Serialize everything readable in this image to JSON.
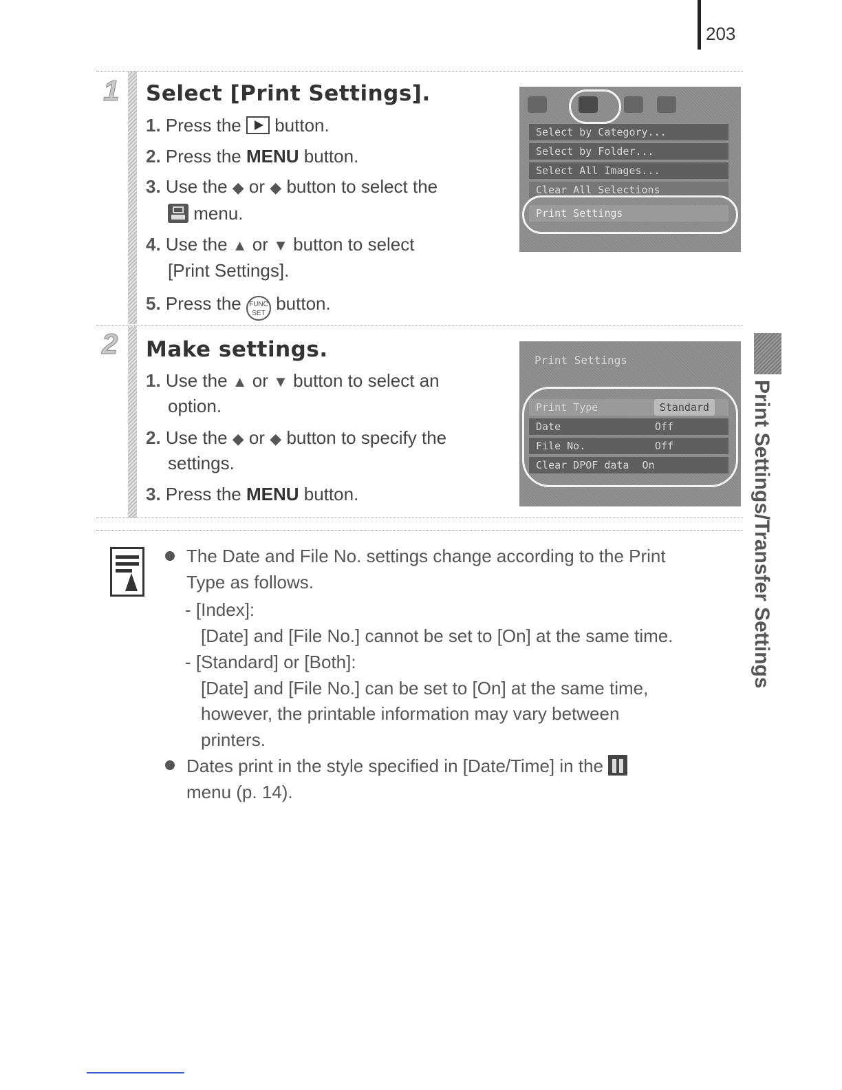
{
  "page": {
    "number": "203"
  },
  "side_tab": {
    "label": "Print Settings/Transfer Settings"
  },
  "step1": {
    "number": "1",
    "title": "Select [Print Settings].",
    "lines": [
      {
        "n": "1.",
        "pre": "Press the",
        "post": "button."
      },
      {
        "n": "2.",
        "pre": "Press the",
        "bold": "MENU",
        "post": "button."
      },
      {
        "n": "3.",
        "pre": "Use the",
        "mid": "or",
        "post": "button to select the",
        "cont": "menu."
      },
      {
        "n": "4.",
        "pre": "Use the",
        "mid": "or",
        "post": "button to select",
        "cont": "[Print Settings]."
      },
      {
        "n": "5.",
        "pre": "Press the",
        "post": "button."
      }
    ],
    "func_icon": {
      "top": "FUNC",
      "bottom": "SET"
    },
    "screen": {
      "rows": [
        "Select by Category...",
        "Select by Folder...",
        "Select All Images...",
        "Clear All Selections",
        "Print Settings"
      ]
    }
  },
  "step2": {
    "number": "2",
    "title": "Make settings.",
    "lines": [
      {
        "n": "1.",
        "pre": "Use the",
        "mid": "or",
        "post": "button to select an",
        "cont": "option."
      },
      {
        "n": "2.",
        "pre": "Use the",
        "mid": "or",
        "post": "button to specify the",
        "cont": "settings."
      },
      {
        "n": "3.",
        "pre": "Press the",
        "bold": "MENU",
        "post": "button."
      }
    ],
    "screen": {
      "header": "Print Settings",
      "rows": [
        {
          "label": "Print Type",
          "value": "Standard"
        },
        {
          "label": "Date",
          "value": "Off"
        },
        {
          "label": "File No.",
          "value": "Off"
        },
        {
          "label": "Clear DPOF data",
          "value": "On"
        }
      ]
    }
  },
  "note": {
    "lines": [
      "The Date and File No. settings change according to the Print",
      "Type as follows.",
      "- [Index]:",
      "[Date] and [File No.] cannot be set to [On] at the same time.",
      "- [Standard] or [Both]:",
      "[Date] and [File No.] can be set to [On] at the same time,",
      "however, the printable information may vary between",
      "printers.",
      "Dates print in the style specified in [Date/Time] in the",
      "menu (p. 14)."
    ]
  }
}
